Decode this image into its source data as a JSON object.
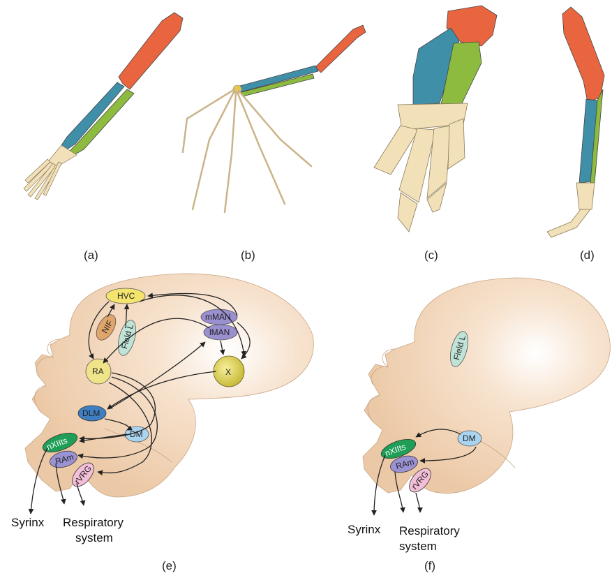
{
  "panels": {
    "a": {
      "caption": "(a)"
    },
    "b": {
      "caption": "(b)"
    },
    "c": {
      "caption": "(c)"
    },
    "d": {
      "caption": "(d)"
    },
    "e": {
      "caption": "(e)",
      "nuclei": {
        "hvc": "HVC",
        "nif": "NIF",
        "field_l": "Field L",
        "mman": "mMAN",
        "lman": "lMAN",
        "x": "X",
        "ra": "RA",
        "dlm": "DLM",
        "dm": "DM",
        "nxiits": "nXIIts",
        "ram": "RAm",
        "rvrg": "rVRG"
      },
      "outputs": {
        "syrinx": "Syrinx",
        "respiratory_1": "Respiratory",
        "respiratory_2": "system"
      }
    },
    "f": {
      "caption": "(f)",
      "nuclei": {
        "field_l": "Field L",
        "dm": "DM",
        "nxiits": "nXIIts",
        "ram": "RAm",
        "rvrg": "rVRG"
      },
      "outputs": {
        "syrinx": "Syrinx",
        "respiratory_1": "Respiratory",
        "respiratory_2": "system"
      }
    }
  },
  "colors": {
    "humerus": "#e8653f",
    "radius": "#3f8fa8",
    "ulna": "#8dbb3f",
    "hand_bone": "#f1e0b8",
    "brain": "#f2d4b4",
    "hvc": "#f4e46e",
    "nif": "#e0a56a",
    "field_l": "#bfe3d6",
    "man": "#9a8fcf",
    "x": "#d8cc55",
    "ra": "#f0e48a",
    "dlm": "#3e7fc2",
    "dm": "#a9d4f0",
    "nxiits": "#1f9e57",
    "ram": "#9a92d2",
    "rvrg": "#f3bfd8"
  }
}
